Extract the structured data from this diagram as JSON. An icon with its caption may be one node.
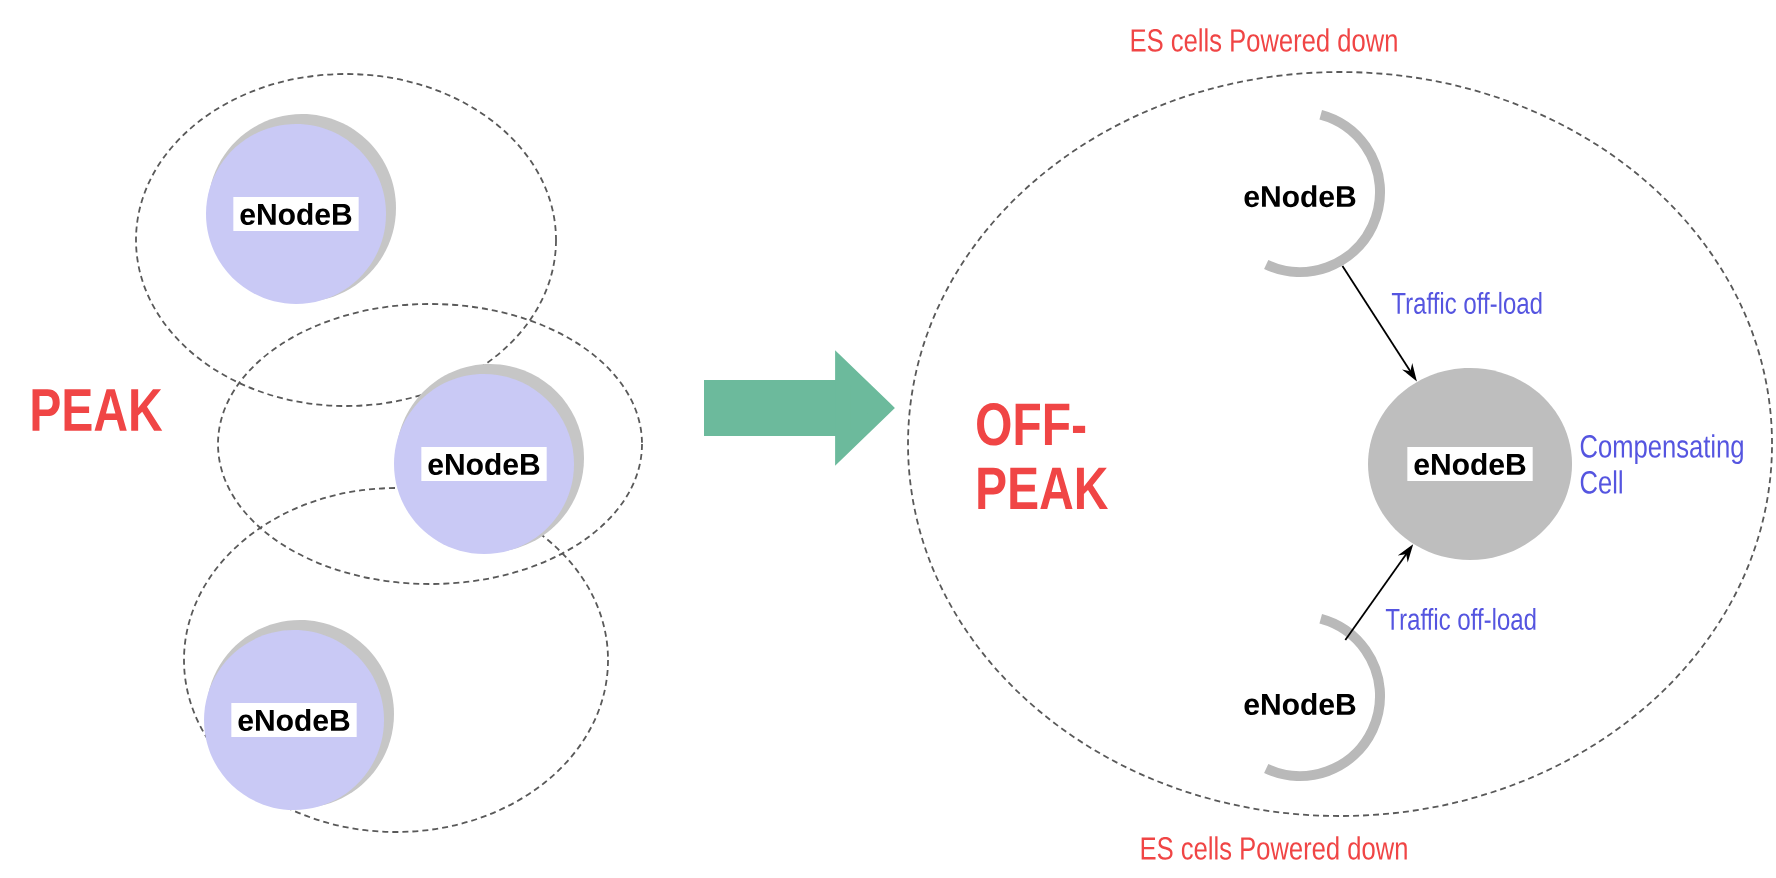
{
  "diagram": {
    "nodes": [
      {
        "text": [
          "PEAK"
        ]
      },
      {
        "text": [
          "eNodeB"
        ]
      },
      {
        "text": [
          "eNodeB"
        ]
      },
      {
        "text": [
          "eNodeB"
        ]
      },
      {
        "text": [
          "OFF-PEAK"
        ]
      },
      {
        "text": [
          "eNodeB"
        ],
        "in": 4
      },
      {
        "text": [
          "eNodeB"
        ],
        "in": 4,
        "beside": [
          "Compensating Cell"
        ]
      },
      {
        "text": [
          "eNodeB"
        ],
        "in": 4
      }
    ],
    "edges": [
      {
        "from": null,
        "to": 4,
        "arrow": "to",
        "style": "thick",
        "color": "#6cba9c"
      },
      {
        "from": 5,
        "to": 6,
        "arrow": "to",
        "label": "Traffic off-load"
      },
      {
        "from": 7,
        "to": 6,
        "arrow": "to",
        "label": "Traffic off-load"
      }
    ],
    "labels": [
      "ES cells Powered down",
      "ES cells Powered down"
    ]
  }
}
